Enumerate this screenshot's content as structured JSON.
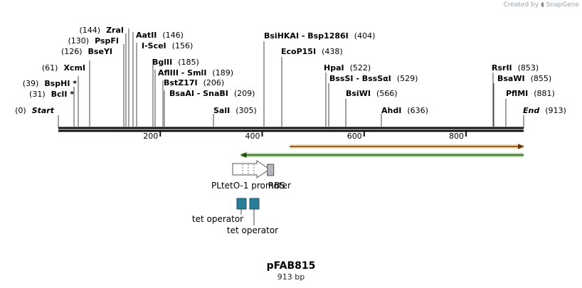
{
  "credit": {
    "prefix": "Created by",
    "brand": "SnapGene"
  },
  "plasmid": {
    "name": "pFAB815",
    "length_label": "913 bp",
    "length": 913
  },
  "sites": [
    {
      "name": "Start",
      "pos": "(0)",
      "bp": 0,
      "style": "italic"
    },
    {
      "name": "BclI *",
      "pos": "(31)",
      "bp": 31,
      "style": "bold"
    },
    {
      "name": "BspHI *",
      "pos": "(39)",
      "bp": 39,
      "style": "bold"
    },
    {
      "name": "XcmI",
      "pos": "(61)",
      "bp": 61,
      "style": "bold"
    },
    {
      "name": "BseYI",
      "pos": "(126)",
      "bp": 126,
      "style": "bold"
    },
    {
      "name": "PspFI",
      "pos": "(130)",
      "bp": 130,
      "style": "bold"
    },
    {
      "name": "ZraI",
      "pos": "(144)",
      "bp": 144,
      "style": "bold"
    },
    {
      "name": "AatII",
      "pos": "(146)",
      "bp": 146,
      "style": "bold"
    },
    {
      "name": "I-SceI",
      "pos": "(156)",
      "bp": 156,
      "style": "bold"
    },
    {
      "name": "BglII",
      "pos": "(185)",
      "bp": 185,
      "style": "bold"
    },
    {
      "name": "AflIII - SmlI",
      "pos": "(189)",
      "bp": 189,
      "style": "bold"
    },
    {
      "name": "BstZ17I",
      "pos": "(206)",
      "bp": 206,
      "style": "bold"
    },
    {
      "name": "BsaAI - SnaBI",
      "pos": "(209)",
      "bp": 209,
      "style": "bold"
    },
    {
      "name": "SalI",
      "pos": "(305)",
      "bp": 305,
      "style": "bold"
    },
    {
      "name": "BsiHKAI - Bsp1286I",
      "pos": "(404)",
      "bp": 404,
      "style": "bold"
    },
    {
      "name": "EcoP15I",
      "pos": "(438)",
      "bp": 438,
      "style": "bold"
    },
    {
      "name": "HpaI",
      "pos": "(522)",
      "bp": 522,
      "style": "bold"
    },
    {
      "name": "BssSI - BssSαI",
      "pos": "(529)",
      "bp": 529,
      "style": "bold"
    },
    {
      "name": "BsiWI",
      "pos": "(566)",
      "bp": 566,
      "style": "bold"
    },
    {
      "name": "AhdI",
      "pos": "(636)",
      "bp": 636,
      "style": "bold"
    },
    {
      "name": "RsrII",
      "pos": "(853)",
      "bp": 853,
      "style": "bold"
    },
    {
      "name": "BsaWI",
      "pos": "(855)",
      "bp": 855,
      "style": "bold"
    },
    {
      "name": "PflMI",
      "pos": "(881)",
      "bp": 881,
      "style": "bold"
    },
    {
      "name": "End",
      "pos": "(913)",
      "bp": 913,
      "style": "italic"
    }
  ],
  "ruler": {
    "ticks": [
      "200",
      "400",
      "600",
      "800"
    ]
  },
  "features": [
    {
      "name": "PLtetO-1 promoter",
      "start": 349,
      "end": 419,
      "direction": "forward",
      "color": "#ffffff"
    },
    {
      "name": "RBS",
      "start": 438,
      "end": 451,
      "direction": "none",
      "color": "#b4b4bc"
    },
    {
      "name": "tet operator",
      "start": 349,
      "end": 367,
      "direction": "none",
      "color": "#2a7d96"
    },
    {
      "name": "tet operator",
      "start": 373,
      "end": 391,
      "direction": "none",
      "color": "#2a7d96"
    }
  ],
  "orfs": [
    {
      "start": 454,
      "end": 913,
      "direction": "forward",
      "color": "#e8a23c"
    },
    {
      "start": 358,
      "end": 913,
      "direction": "reverse",
      "color": "#5cb335"
    }
  ]
}
